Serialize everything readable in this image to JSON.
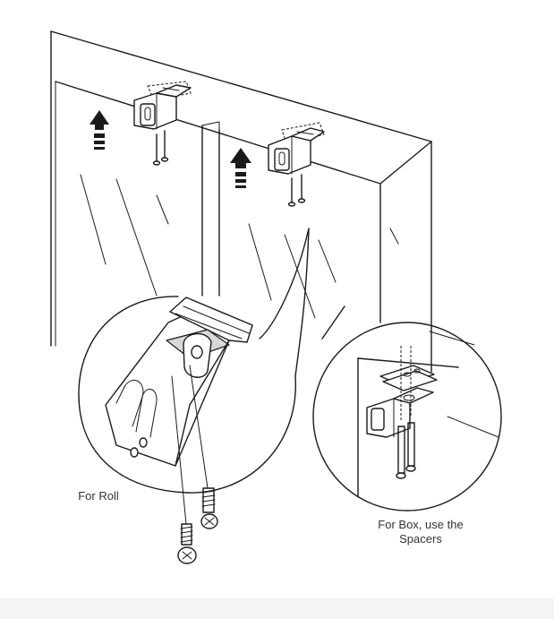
{
  "captions": {
    "roll": "For Roll",
    "box_line1": "For Box, use the",
    "box_line2": "Spacers"
  },
  "icons": {
    "arrow_up": "arrow-up-icon",
    "screw": "screw-icon",
    "bracket": "bracket-icon"
  },
  "colors": {
    "line": "#1a1a1a",
    "text": "#333333",
    "background": "#ffffff"
  }
}
